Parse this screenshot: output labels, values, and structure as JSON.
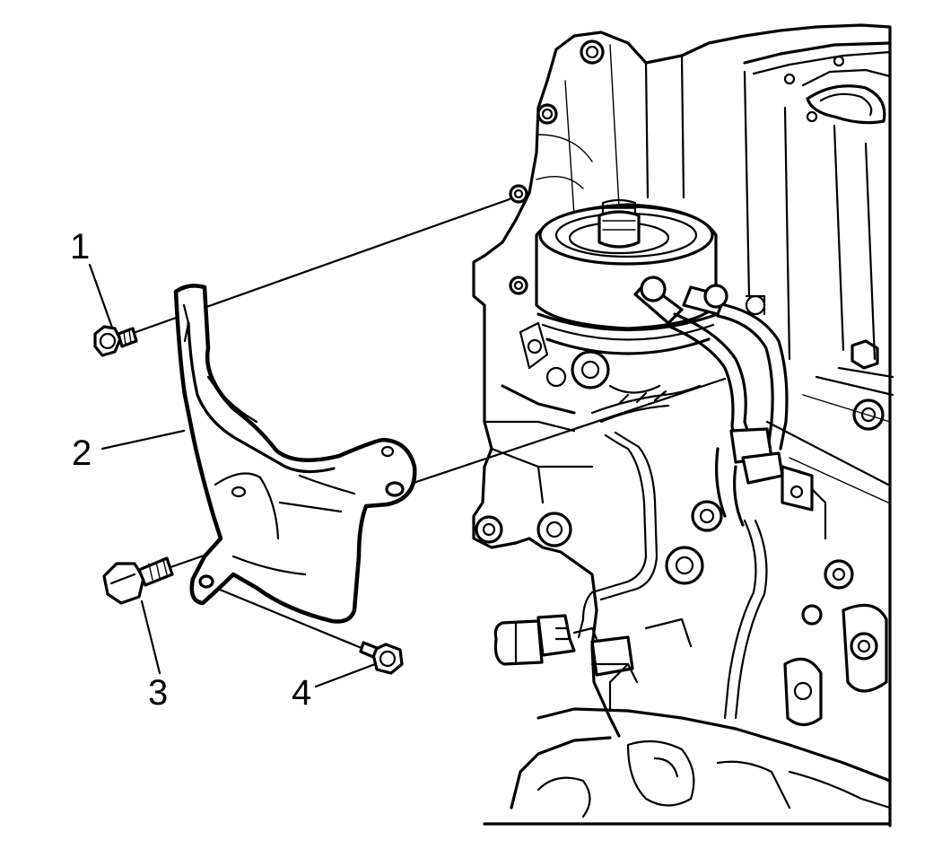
{
  "diagram": {
    "callouts": [
      {
        "id": "1",
        "label": "1"
      },
      {
        "id": "2",
        "label": "2"
      },
      {
        "id": "3",
        "label": "3"
      },
      {
        "id": "4",
        "label": "4"
      }
    ],
    "colors": {
      "ink": "#000000",
      "paper": "#ffffff"
    }
  }
}
